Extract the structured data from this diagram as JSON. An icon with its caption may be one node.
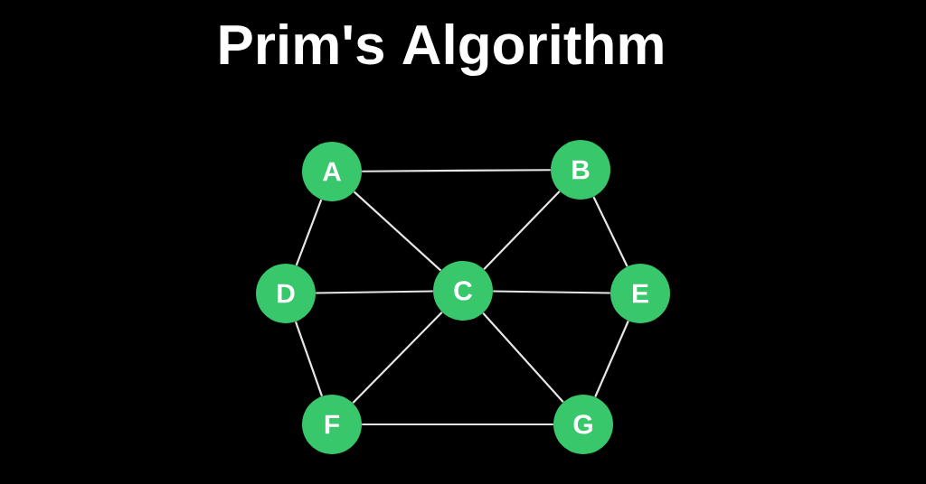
{
  "diagram": {
    "title": "Prim's Algorithm",
    "nodes": [
      {
        "text": [
          "A"
        ]
      },
      {
        "text": [
          "B"
        ]
      },
      {
        "text": [
          "D"
        ]
      },
      {
        "text": [
          "C"
        ]
      },
      {
        "text": [
          "E"
        ]
      },
      {
        "text": [
          "F"
        ]
      },
      {
        "text": [
          "G"
        ]
      }
    ],
    "edges": [
      {
        "from": 0,
        "to": 1,
        "arrow": "none"
      },
      {
        "from": 0,
        "to": 3,
        "arrow": "none"
      },
      {
        "from": 0,
        "to": 2,
        "arrow": "none"
      },
      {
        "from": 1,
        "to": 3,
        "arrow": "none"
      },
      {
        "from": 1,
        "to": 4,
        "arrow": "none"
      },
      {
        "from": 2,
        "to": 3,
        "arrow": "none"
      },
      {
        "from": 3,
        "to": 4,
        "arrow": "none"
      },
      {
        "from": 2,
        "to": 5,
        "arrow": "none"
      },
      {
        "from": 3,
        "to": 5,
        "arrow": "none"
      },
      {
        "from": 3,
        "to": 6,
        "arrow": "none"
      },
      {
        "from": 4,
        "to": 6,
        "arrow": "none"
      },
      {
        "from": 5,
        "to": 6,
        "arrow": "none"
      }
    ]
  }
}
